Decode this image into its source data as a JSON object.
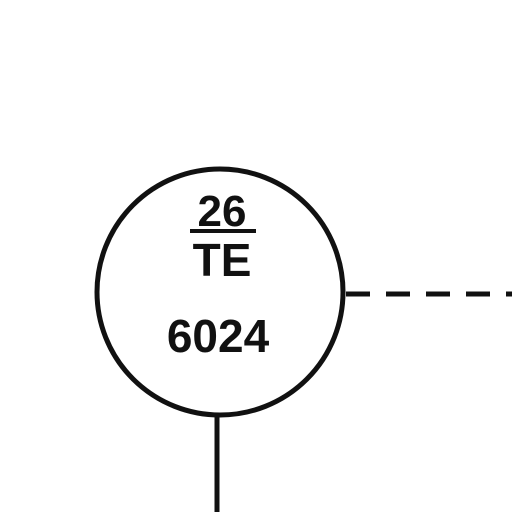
{
  "instrument": {
    "loop_number": "26",
    "function_code": "TE",
    "tag_number": "6024"
  },
  "colors": {
    "line": "#111111",
    "background": "#ffffff"
  }
}
